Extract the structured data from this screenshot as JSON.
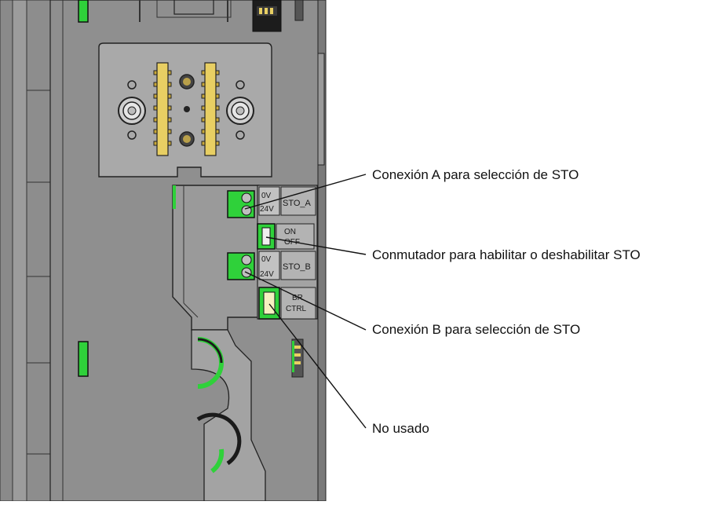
{
  "callouts": [
    {
      "id": "sto-a",
      "text": "Conexión A para selección de STO"
    },
    {
      "id": "sto-switch",
      "text": "Conmutador para habilitar o deshabilitar STO"
    },
    {
      "id": "sto-b",
      "text": "Conexión B para selección de STO"
    },
    {
      "id": "unused",
      "text": "No usado"
    }
  ],
  "terminal_labels": {
    "sto_a_0v": "0V",
    "sto_a_24v": "24V",
    "sto_a_name": "STO_A",
    "switch_top": "ON",
    "switch_bottom": "OFF",
    "sto_b_0v": "0V",
    "sto_b_24v": "24V",
    "sto_b_name": "STO_B",
    "br_top": "BR",
    "br_bottom": "CTRL"
  },
  "colors": {
    "housing": "#8f8f8f",
    "housing_dark": "#6e6e6e",
    "panel": "#a9a9a9",
    "connector_green": "#2fd13a",
    "header_yellow": "#e8cf63",
    "line": "#111111"
  }
}
